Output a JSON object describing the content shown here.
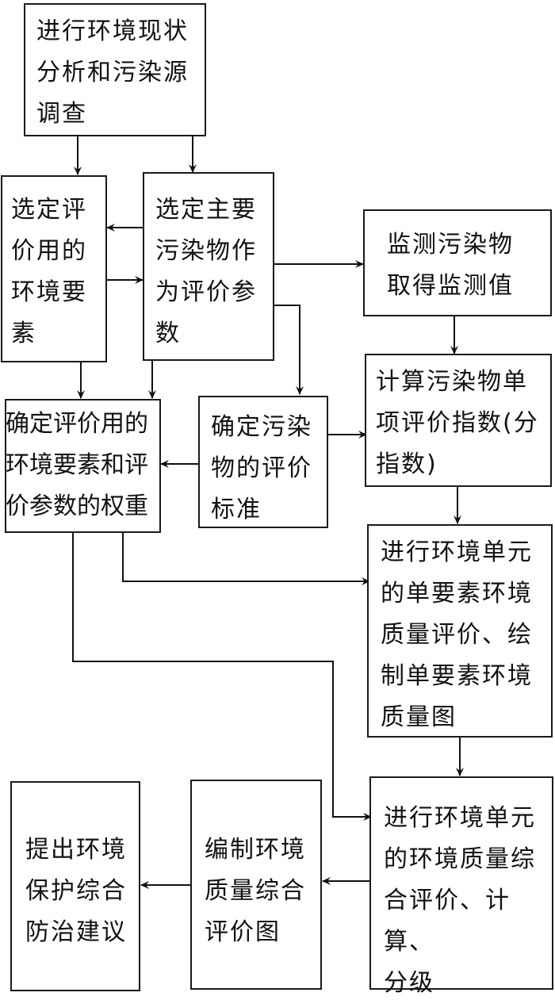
{
  "diagram": {
    "type": "flowchart",
    "nodes": [
      {
        "id": "n1",
        "text": "进行环境现状\n分析和污染源\n调查"
      },
      {
        "id": "n2",
        "text": "选定评\n价用的\n环境要\n素"
      },
      {
        "id": "n3",
        "text": "选定主要\n污染物作\n为评价参\n数"
      },
      {
        "id": "n4",
        "text": "监测污染物\n取得监测值"
      },
      {
        "id": "n5",
        "text": "计算污染物单\n项评价指数(分\n指数)"
      },
      {
        "id": "n6",
        "text": "确定评价用的\n环境要素和评\n价参数的权重"
      },
      {
        "id": "n7",
        "text": "确定污染\n物的评价\n标准"
      },
      {
        "id": "n8",
        "text": "进行环境单元\n的单要素环境\n质量评价、绘\n制单要素环境\n质量图"
      },
      {
        "id": "n9",
        "text": "进行环境单元\n的环境质量综\n合评价、计算、\n分级"
      },
      {
        "id": "n10",
        "text": "编制环境\n质量综合\n评价图"
      },
      {
        "id": "n11",
        "text": "提出环境\n保护综合\n防治建议"
      }
    ],
    "edges": [
      {
        "from": "n1",
        "to": "n2"
      },
      {
        "from": "n1",
        "to": "n3"
      },
      {
        "from": "n3",
        "to": "n2"
      },
      {
        "from": "n2",
        "to": "n3"
      },
      {
        "from": "n3",
        "to": "n4"
      },
      {
        "from": "n3",
        "to": "n7"
      },
      {
        "from": "n4",
        "to": "n5"
      },
      {
        "from": "n2",
        "to": "n6"
      },
      {
        "from": "n3",
        "to": "n6"
      },
      {
        "from": "n7",
        "to": "n6"
      },
      {
        "from": "n7",
        "to": "n5"
      },
      {
        "from": "n5",
        "to": "n8"
      },
      {
        "from": "n6",
        "to": "n8"
      },
      {
        "from": "n6",
        "to": "n9"
      },
      {
        "from": "n8",
        "to": "n9"
      },
      {
        "from": "n9",
        "to": "n10"
      },
      {
        "from": "n10",
        "to": "n11"
      }
    ]
  }
}
